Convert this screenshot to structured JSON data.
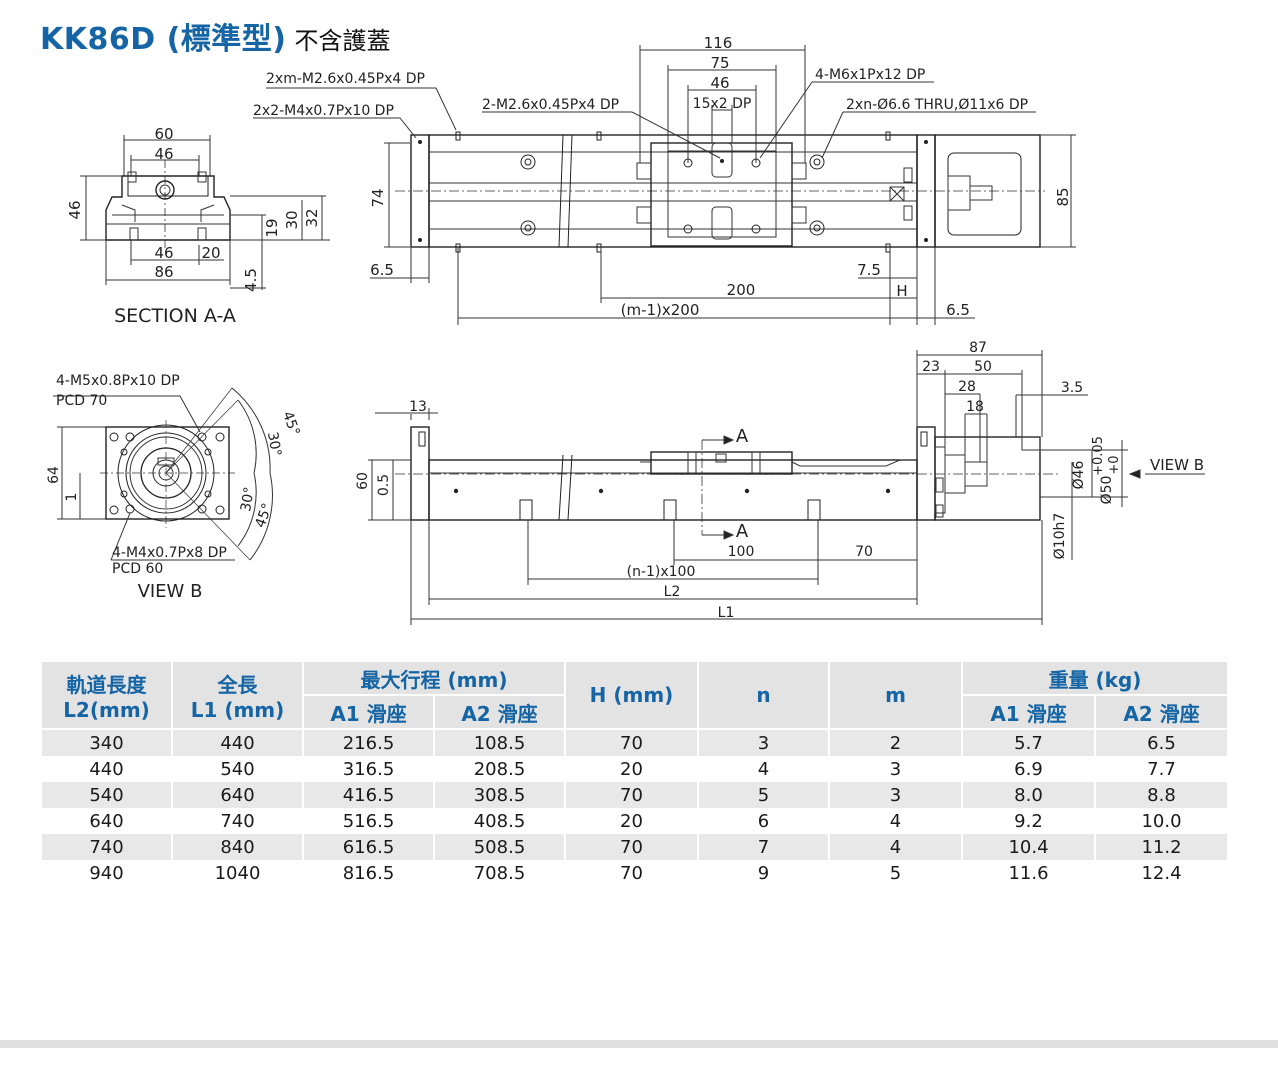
{
  "title": {
    "model": "KK86D (標準型)",
    "note": "不含護蓋"
  },
  "labels": {
    "sec_60": "60",
    "sec_46_top": "46",
    "sec_46_left": "46",
    "sec_19": "19",
    "sec_30": "30",
    "sec_32": "32",
    "sec_46_bot": "46",
    "sec_20": "20",
    "sec_86": "86",
    "sec_4_5": "4.5",
    "section_aa": "SECTION A-A",
    "dim_116": "116",
    "dim_75": "75",
    "dim_46": "46",
    "dim_15x2": "15x2 DP",
    "note_2xm": "2xm-M2.6x0.45Px4 DP",
    "note_2x2": "2x2-M4x0.7Px10 DP",
    "note_2m26": "2-M2.6x0.45Px4 DP",
    "note_4m6": "4-M6x1Px12 DP",
    "note_2xn": "2xn-Ø6.6 THRU,Ø11x6 DP",
    "dim_74": "74",
    "dim_85": "85",
    "dim_6_5a": "6.5",
    "dim_7_5": "7.5",
    "dim_200": "200",
    "dim_H": "H",
    "dim_m1x200": "(m-1)x200",
    "dim_6_5b": "6.5",
    "vb_note1": "4-M5x0.8Px10 DP",
    "vb_pcd70": "PCD 70",
    "vb_64": "64",
    "vb_1": "1",
    "vb_45a": "45°",
    "vb_30a": "30°",
    "vb_30b": "30°",
    "vb_45b": "45°",
    "vb_note2": "4-M4x0.7Px8 DP",
    "vb_pcd60": "PCD 60",
    "view_b": "VIEW B",
    "dim_13": "13",
    "dim_60": "60",
    "dim_0_5": "0.5",
    "dim_87": "87",
    "dim_23": "23",
    "dim_50": "50",
    "dim_28": "28",
    "dim_18": "18",
    "dim_3_5": "3.5",
    "sec_A_top": "A",
    "sec_A_bot": "A",
    "dim_100": "100",
    "dim_70": "70",
    "dim_n1x100": "(n-1)x100",
    "dim_L2": "L2",
    "dim_L1": "L1",
    "dim_d46": "Ø46",
    "dim_d50": "Ø50",
    "dim_tol": "+0.05",
    "dim_tol0": "+0",
    "dim_d10": "Ø10h7",
    "view_b_arrow": "VIEW B"
  },
  "table": {
    "headers": {
      "rail_length": [
        "軌道長度",
        "L2(mm)"
      ],
      "total_length": [
        "全長",
        "L1 (mm)"
      ],
      "max_stroke": "最大行程 (mm)",
      "stroke_a1": "A1 滑座",
      "stroke_a2": "A2 滑座",
      "h": "H (mm)",
      "n": "n",
      "m": "m",
      "weight": "重量 (kg)",
      "weight_a1": "A1 滑座",
      "weight_a2": "A2 滑座"
    },
    "rows": [
      [
        "340",
        "440",
        "216.5",
        "108.5",
        "70",
        "3",
        "2",
        "5.7",
        "6.5"
      ],
      [
        "440",
        "540",
        "316.5",
        "208.5",
        "20",
        "4",
        "3",
        "6.9",
        "7.7"
      ],
      [
        "540",
        "640",
        "416.5",
        "308.5",
        "70",
        "5",
        "3",
        "8.0",
        "8.8"
      ],
      [
        "640",
        "740",
        "516.5",
        "408.5",
        "20",
        "6",
        "4",
        "9.2",
        "10.0"
      ],
      [
        "740",
        "840",
        "616.5",
        "508.5",
        "70",
        "7",
        "4",
        "10.4",
        "11.2"
      ],
      [
        "940",
        "1040",
        "816.5",
        "708.5",
        "70",
        "9",
        "5",
        "11.6",
        "12.4"
      ]
    ]
  },
  "colors": {
    "accent": "#1565a6",
    "row_shade": "#e8e8e8",
    "header_bg": "#e3e3e3"
  }
}
